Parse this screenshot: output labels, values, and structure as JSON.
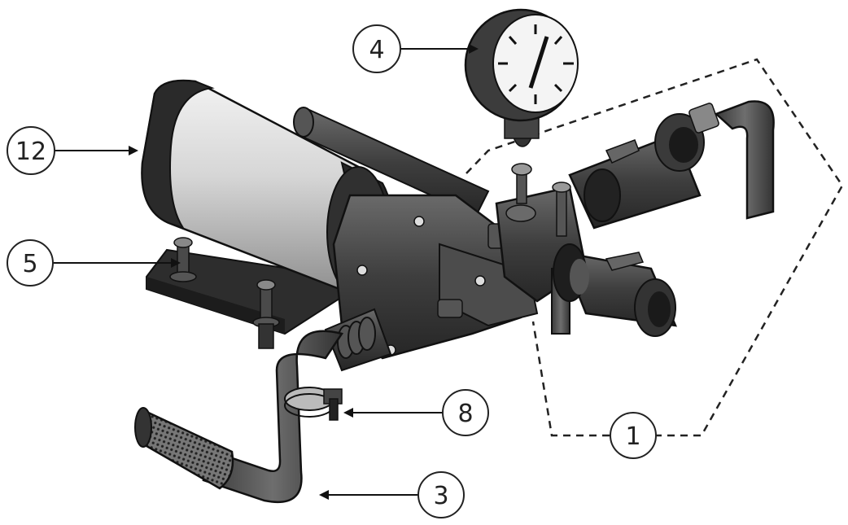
{
  "figure": {
    "parts": [
      {
        "id": "wand-valve-assembly",
        "number": "1"
      },
      {
        "id": "inlet-hose-strainer",
        "number": "3"
      },
      {
        "id": "pressure-gauge",
        "number": "4"
      },
      {
        "id": "mounting-hardware",
        "number": "5"
      },
      {
        "id": "hose-clamp",
        "number": "8"
      },
      {
        "id": "pump-motor",
        "number": "12"
      }
    ]
  },
  "colors": {
    "outline": "#1a1a1a",
    "motor_body": "#d8d8d8",
    "motor_band": "#2a2a2a",
    "dark_metal": "#3c3c3c",
    "mid_metal": "#5c5c5c",
    "hose": "#4a4a4a",
    "callout_fill": "#ffffff"
  },
  "icons": [
    "gauge-dial-icon",
    "strainer-mesh-icon"
  ]
}
